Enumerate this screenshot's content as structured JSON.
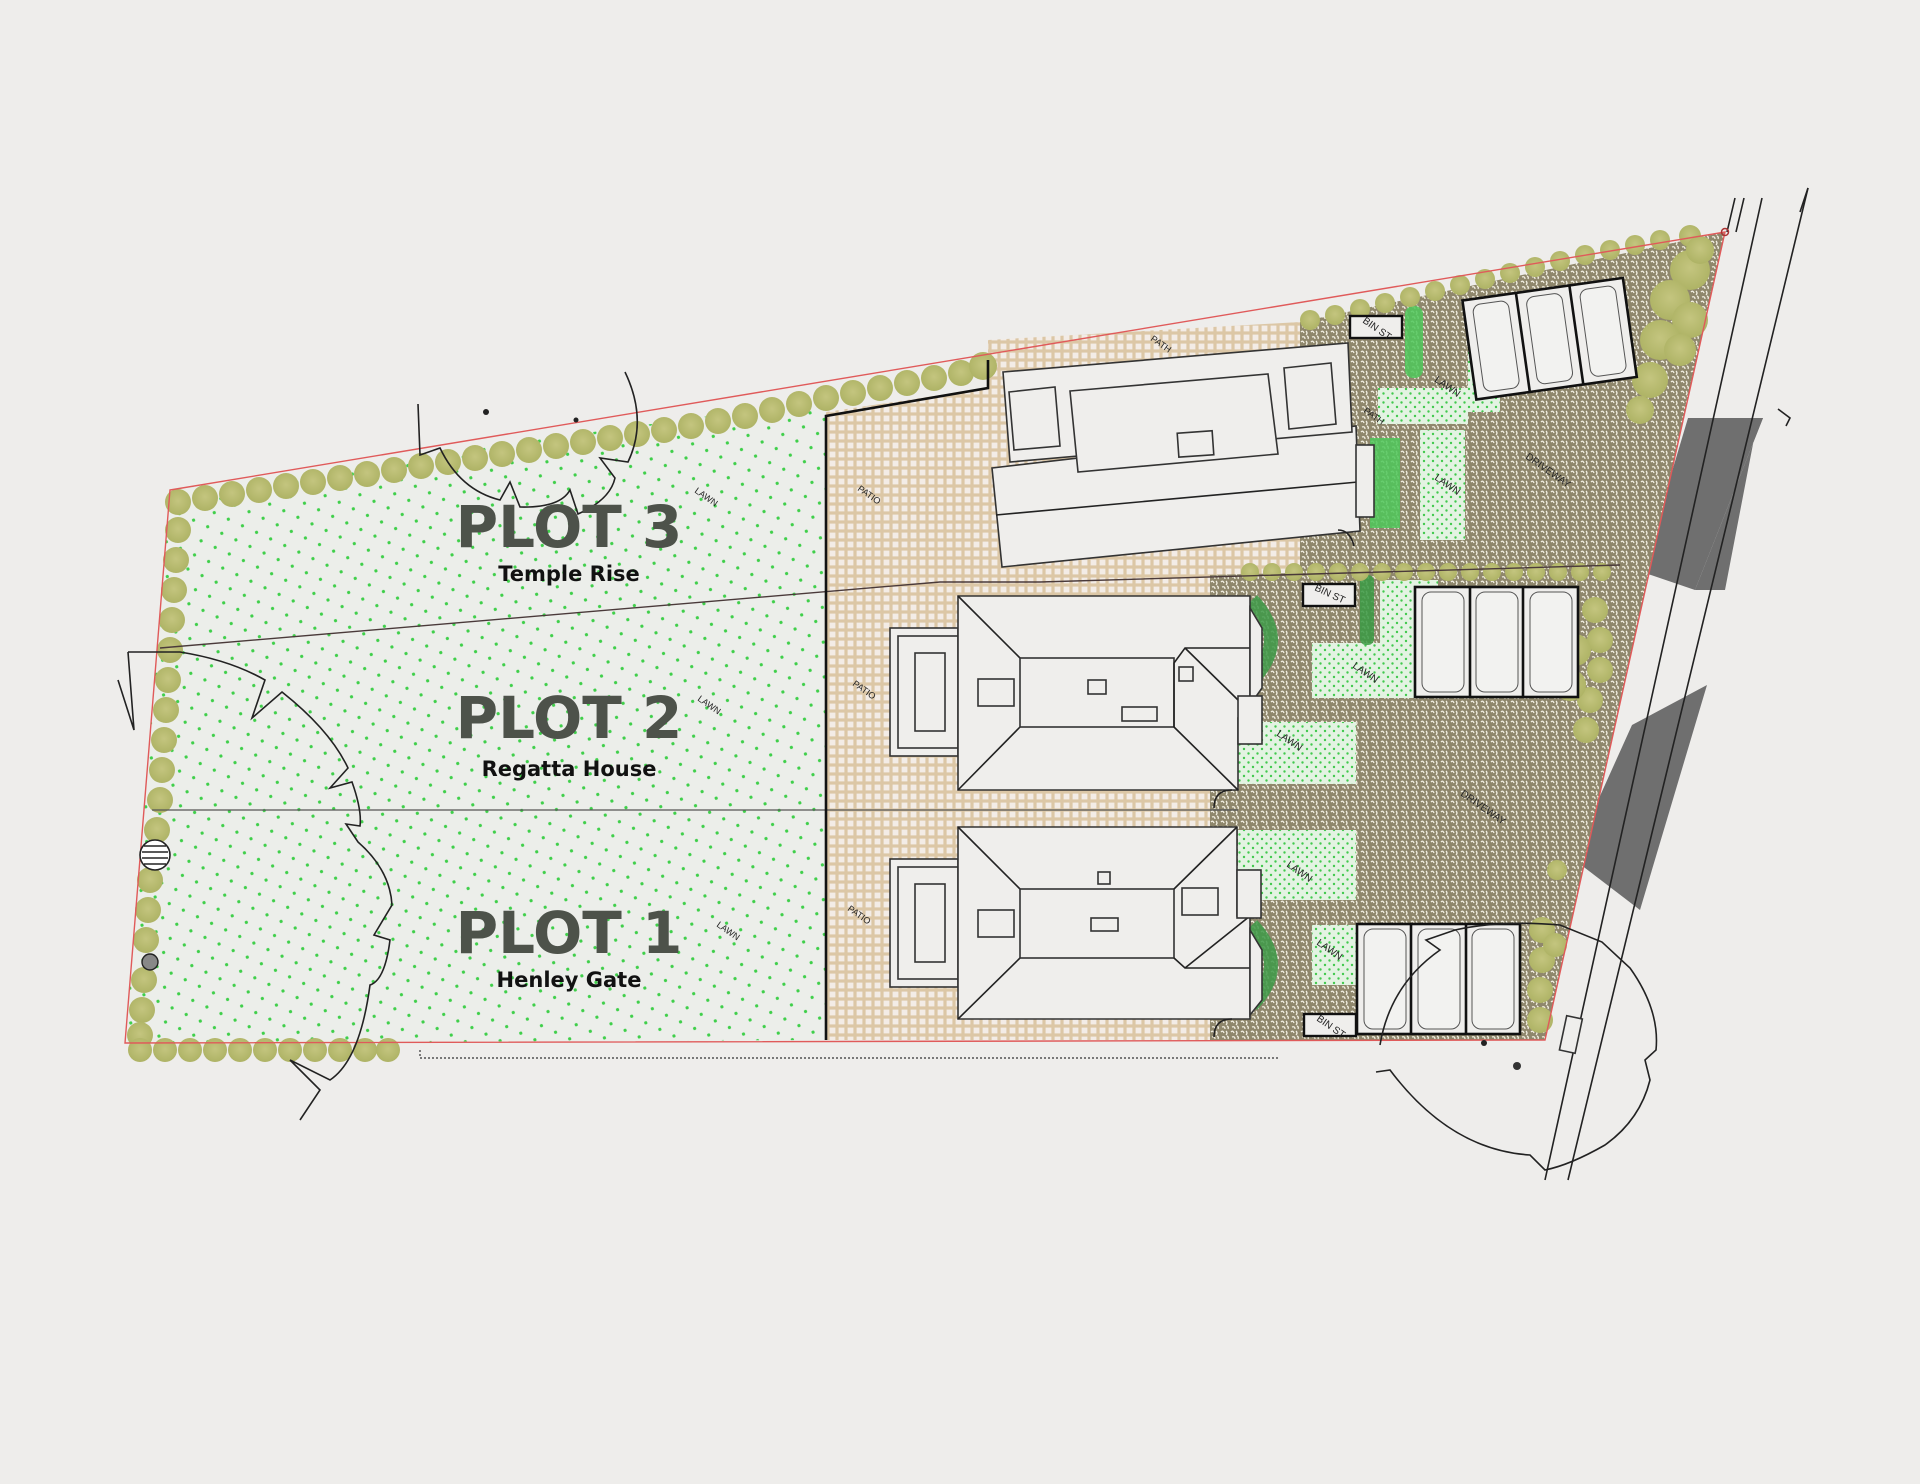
{
  "drawing": {
    "type": "site-plan",
    "background_color": "#eeedeb",
    "colors": {
      "lawn_base": "#eceeea",
      "lawn_dot": "#3fcf4a",
      "patio_base": "#f3ece6",
      "patio_grid": "#dcc7a6",
      "driveway_base": "#f2efe2",
      "driveway_gravel": "#8f876c",
      "hedge": "#b9bd72",
      "shrub": "#4fc85a",
      "boundary": "#e05a5a",
      "road_dark": "#6f6f6f",
      "roof": "#efeeec"
    }
  },
  "plots": [
    {
      "id": "plot-3",
      "title": "PLOT 3",
      "name": "Temple Rise"
    },
    {
      "id": "plot-2",
      "title": "PLOT 2",
      "name": "Regatta House"
    },
    {
      "id": "plot-1",
      "title": "PLOT 1",
      "name": "Henley Gate"
    }
  ],
  "zone_labels": {
    "lawn": "LAWN",
    "patio": "PATIO",
    "path": "PATH",
    "driveway": "DRIVEWAY",
    "bin_store": "BIN ST"
  },
  "parking": {
    "plot_3_spaces": 3,
    "plot_2_spaces": 3,
    "plot_1_spaces": 3
  }
}
